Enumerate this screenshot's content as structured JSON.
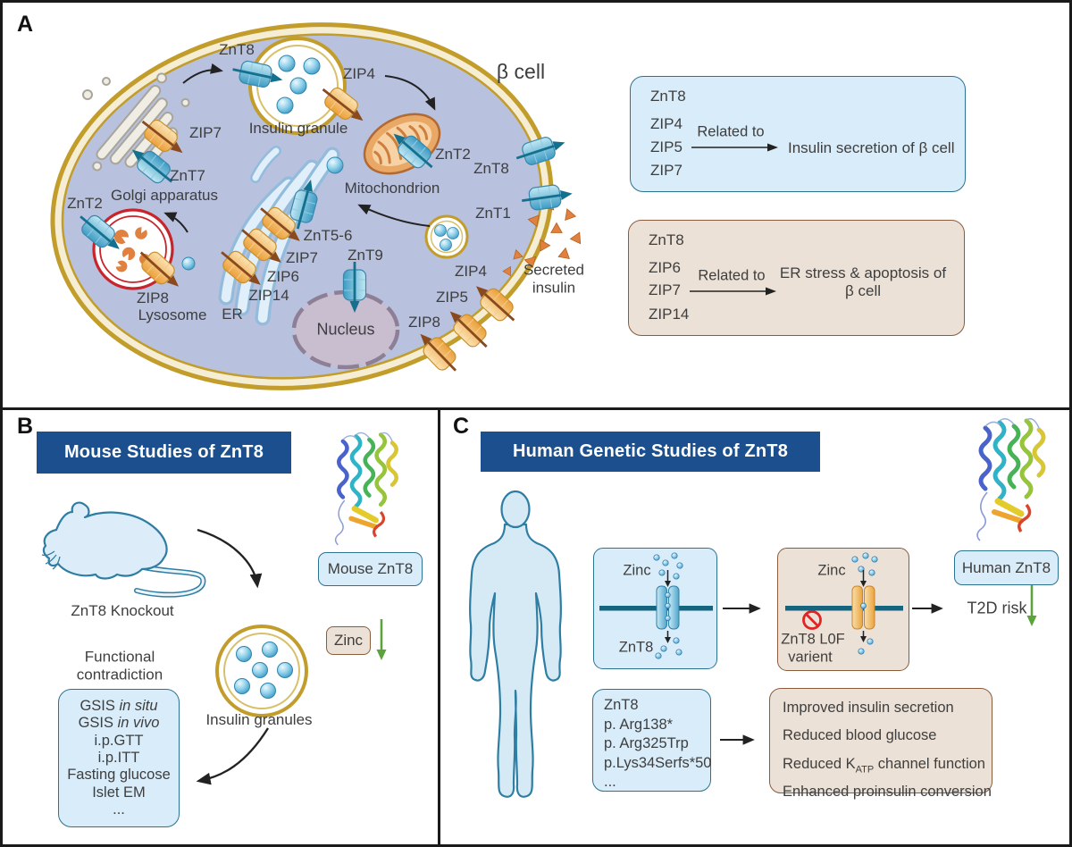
{
  "panelA": {
    "letter": "A",
    "cell_label": "β cell",
    "labels": {
      "znt8_granule": "ZnT8",
      "zip4_granule": "ZIP4",
      "insulin_granule": "Insulin granule",
      "zip7_golgi": "ZIP7",
      "znt7": "ZnT7",
      "golgi": "Golgi apparatus",
      "znt2_lysosome": "ZnT2",
      "zip8_lysosome": "ZIP8",
      "lysosome": "Lysosome",
      "er": "ER",
      "znt5_6": "ZnT5-6",
      "zip7_er": "ZIP7",
      "zip6": "ZIP6",
      "zip14": "ZIP14",
      "znt9": "ZnT9",
      "nucleus": "Nucleus",
      "mitochondrion": "Mitochondrion",
      "znt2_mito": "ZnT2",
      "znt8_membrane": "ZnT8",
      "znt1": "ZnT1",
      "zip4_membrane": "ZIP4",
      "zip5": "ZIP5",
      "zip8_membrane": "ZIP8",
      "secreted_insulin": "Secreted insulin"
    },
    "secretion_box": {
      "transporters": [
        "ZnT8",
        "ZIP4",
        "ZIP5",
        "ZIP7"
      ],
      "relation": "Related to",
      "outcome": "Insulin secretion of β cell"
    },
    "stress_box": {
      "transporters": [
        "ZnT8",
        "ZIP6",
        "ZIP7",
        "ZIP14"
      ],
      "relation": "Related to",
      "outcome": "ER stress & apoptosis of β cell"
    }
  },
  "panelB": {
    "letter": "B",
    "title": "Mouse Studies of ZnT8",
    "knockout_label": "ZnT8 Knockout",
    "protein_label": "Mouse ZnT8",
    "zinc_label": "Zinc",
    "granules_label": "Insulin granules",
    "contradiction_label": "Functional contradiction",
    "assays": [
      {
        "pre": "GSIS ",
        "it": "in situ"
      },
      {
        "pre": "GSIS ",
        "it": "in vivo"
      },
      {
        "pre": "i.p.GTT"
      },
      {
        "pre": "i.p.ITT"
      },
      {
        "pre": "Fasting glucose"
      },
      {
        "pre": "Islet EM"
      },
      {
        "pre": "..."
      }
    ]
  },
  "panelC": {
    "letter": "C",
    "title": "Human Genetic Studies of ZnT8",
    "normal_channel": {
      "zinc_label": "Zinc",
      "transporter_label": "ZnT8"
    },
    "lof_channel": {
      "zinc_label": "Zinc",
      "line1": "ZnT8 L0F",
      "line2": "varient"
    },
    "protein_label": "Human ZnT8",
    "t2d_label": "T2D risk",
    "variants": [
      "ZnT8",
      "p. Arg138*",
      "p. Arg325Trp",
      "p.Lys34Serfs*50",
      "..."
    ],
    "outcomes": [
      {
        "pre": "Improved insulin secretion"
      },
      {
        "pre": "Reduced blood glucose"
      },
      {
        "pre": "Reduced K",
        "sub": "ATP",
        "post": " channel function"
      },
      {
        "pre": "Enhanced proinsulin conversion"
      }
    ]
  },
  "colors": {
    "header_blue": "#1b4f8e",
    "blue_box_fill": "#d9ecf9",
    "blue_box_border": "#2c7291",
    "tan_box_fill": "#ece1d6",
    "tan_box_border": "#8a5c3b",
    "membrane_gold": "#c29d2b",
    "decrease_green": "#5ba33a",
    "znt_blue": "#54aed2",
    "zip_orange": "#eca63e"
  },
  "icons": {
    "prohibition": "prohibition-icon",
    "decrease": "green-down-arrow-icon"
  }
}
